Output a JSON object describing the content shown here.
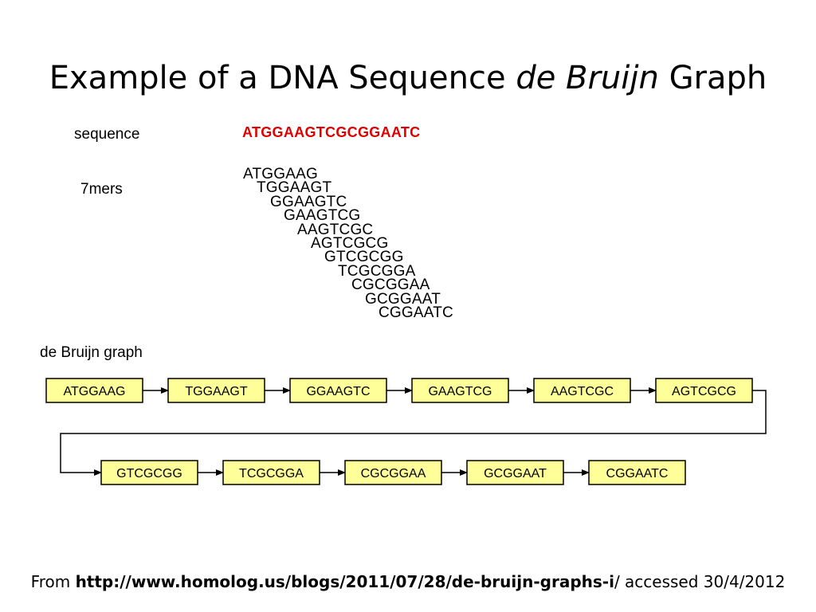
{
  "title": {
    "pre": "Example of a DNA Sequence",
    "italic": "de Bruijn",
    "post": "Graph"
  },
  "sequence_label": "sequence",
  "sequence": "ATGGAAGTCGCGGAATC",
  "kmers_label": "7mers",
  "kmers": [
    "ATGGAAG",
    "TGGAAGT",
    "GGAAGTC",
    "GAAGTCG",
    "AAGTCGC",
    "AGTCGCG",
    "GTCGCGG",
    "TCGCGGA",
    "CGCGGAA",
    "GCGGAAT",
    "CGGAATC"
  ],
  "graph_label": "de Bruijn graph",
  "graph": {
    "row1": [
      "ATGGAAG",
      "TGGAAGT",
      "GGAAGTC",
      "GAAGTCG",
      "AAGTCGC",
      "AGTCGCG"
    ],
    "row2": [
      "GTCGCGG",
      "TCGCGGA",
      "CGCGGAA",
      "GCGGAAT",
      "CGGAATC"
    ],
    "node_color": "#ffff99"
  },
  "footer": {
    "prefix": "From",
    "url": "http://www.homolog.us/blogs/2011/07/28/de-bruijn-graphs-i",
    "suffix": "/ accessed 30/4/2012"
  }
}
